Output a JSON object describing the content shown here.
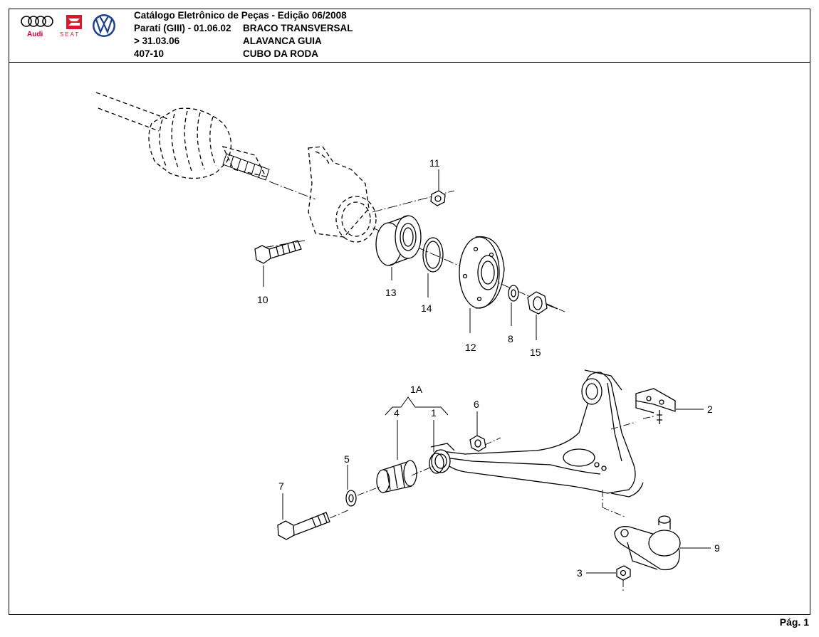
{
  "header": {
    "catalog_title": "Catálogo Eletrônico de Peças - Edição 06/2008",
    "model": "Parati (GIII) - 01.06.02",
    "date_range": "> 31.03.06",
    "group_code": "407-10",
    "part_group_1": "BRACO TRANSVERSAL",
    "part_group_2": "ALAVANCA GUIA",
    "part_group_3": "CUBO DA RODA"
  },
  "brands": {
    "audi": "Audi",
    "seat": "SEAT",
    "vw": "VW"
  },
  "colors": {
    "seat_red": "#d9182d",
    "audi_red": "#cc0033",
    "line": "#000000"
  },
  "callouts": {
    "c1": "1",
    "c1a": "1A",
    "c2": "2",
    "c3": "3",
    "c4": "4",
    "c5": "5",
    "c6": "6",
    "c7": "7",
    "c8": "8",
    "c9": "9",
    "c10": "10",
    "c11": "11",
    "c12": "12",
    "c13": "13",
    "c14": "14",
    "c15": "15"
  },
  "footer": {
    "page": "Pág. 1"
  }
}
